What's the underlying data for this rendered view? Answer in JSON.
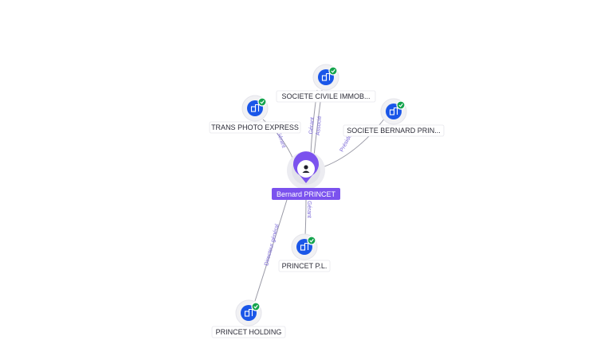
{
  "center": {
    "name": "Bernard PRINCET"
  },
  "companies": [
    {
      "id": "sci",
      "name": "SOCIETE CIVILE IMMOB...",
      "verified": true
    },
    {
      "id": "tpe",
      "name": "TRANS PHOTO EXPRESS",
      "verified": true
    },
    {
      "id": "sbp",
      "name": "SOCIETE BERNARD PRIN...",
      "verified": true
    },
    {
      "id": "ppl",
      "name": "PRINCET P.L.",
      "verified": true
    },
    {
      "id": "ph",
      "name": "PRINCET HOLDING",
      "verified": true
    }
  ],
  "relations": [
    {
      "to": "tpe",
      "label": "Gérant"
    },
    {
      "to": "sci",
      "label": "Gérant"
    },
    {
      "to": "sci",
      "label": "Associé"
    },
    {
      "to": "sbp",
      "label": "Président"
    },
    {
      "to": "ppl",
      "label": "Gérant"
    },
    {
      "to": "ph",
      "label": "Directeur général"
    }
  ],
  "icons": {
    "person": "person-icon",
    "company": "company-building-icon",
    "verified": "check-badge-icon"
  },
  "colors": {
    "accent": "#7b52ee",
    "company": "#1a56e8",
    "verified": "#14a44d",
    "relation_label": "#7b68d8"
  }
}
